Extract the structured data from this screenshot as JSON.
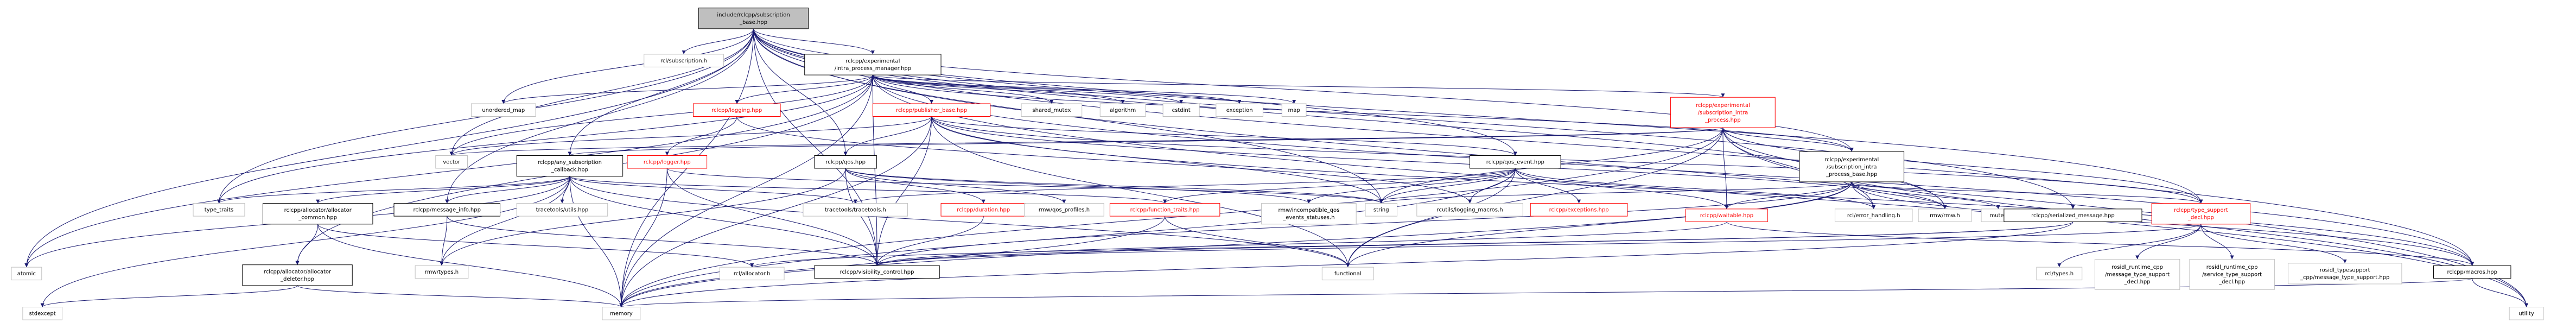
{
  "colors": {
    "edge": "#191970",
    "node_border_default": "#bfbfbf",
    "node_border_linked": "#000000",
    "node_border_truncated": "#ff0000",
    "root_fill": "#bfbfbf",
    "node_fill": "#ffffff",
    "text": "#000000",
    "text_truncated": "#ff0000"
  },
  "nodes": {
    "root": {
      "lines": [
        "include/rclcpp/subscription",
        "_base.hpp"
      ],
      "style": "root"
    },
    "rcl_subscription": {
      "lines": [
        "rcl/subscription.h"
      ],
      "style": "plain"
    },
    "intra_pm": {
      "lines": [
        "rclcpp/experimental",
        "/intra_process_manager.hpp"
      ],
      "style": "linked"
    },
    "unordered_map": {
      "lines": [
        "unordered_map"
      ],
      "style": "plain"
    },
    "shared_mutex": {
      "lines": [
        "shared_mutex"
      ],
      "style": "plain"
    },
    "algorithm": {
      "lines": [
        "algorithm"
      ],
      "style": "plain"
    },
    "cstdint": {
      "lines": [
        "cstdint"
      ],
      "style": "plain"
    },
    "exception": {
      "lines": [
        "exception"
      ],
      "style": "plain"
    },
    "map": {
      "lines": [
        "map"
      ],
      "style": "plain"
    },
    "sub_intra": {
      "lines": [
        "rclcpp/experimental",
        "/subscription_intra",
        "_process.hpp"
      ],
      "style": "truncated"
    },
    "logging": {
      "lines": [
        "rclcpp/logging.hpp"
      ],
      "style": "truncated"
    },
    "publisher_base": {
      "lines": [
        "rclcpp/publisher_base.hpp"
      ],
      "style": "truncated"
    },
    "vector": {
      "lines": [
        "vector"
      ],
      "style": "plain"
    },
    "any_sub_cb": {
      "lines": [
        "rclcpp/any_subscription",
        "_callback.hpp"
      ],
      "style": "linked"
    },
    "logger": {
      "lines": [
        "rclcpp/logger.hpp"
      ],
      "style": "truncated"
    },
    "qos": {
      "lines": [
        "rclcpp/qos.hpp"
      ],
      "style": "linked"
    },
    "qos_event": {
      "lines": [
        "rclcpp/qos_event.hpp"
      ],
      "style": "linked"
    },
    "sub_intra_base": {
      "lines": [
        "rclcpp/experimental",
        "/subscription_intra",
        "_process_base.hpp"
      ],
      "style": "linked"
    },
    "type_traits": {
      "lines": [
        "type_traits"
      ],
      "style": "plain"
    },
    "alloc_common": {
      "lines": [
        "rclcpp/allocator/allocator",
        "_common.hpp"
      ],
      "style": "linked"
    },
    "msg_info": {
      "lines": [
        "rclcpp/message_info.hpp"
      ],
      "style": "linked"
    },
    "tracetools_utils": {
      "lines": [
        "tracetools/utils.hpp"
      ],
      "style": "plain"
    },
    "tracetools": {
      "lines": [
        "tracetools/tracetools.h"
      ],
      "style": "plain"
    },
    "duration": {
      "lines": [
        "rclcpp/duration.hpp"
      ],
      "style": "truncated"
    },
    "qos_profiles": {
      "lines": [
        "rmw/qos_profiles.h"
      ],
      "style": "plain"
    },
    "function_traits": {
      "lines": [
        "rclcpp/function_traits.hpp"
      ],
      "style": "truncated"
    },
    "rmw_incompat": {
      "lines": [
        "rmw/incompatible_qos",
        "_events_statuses.h"
      ],
      "style": "plain"
    },
    "string": {
      "lines": [
        "string"
      ],
      "style": "plain"
    },
    "rcutils_logging": {
      "lines": [
        "rcutils/logging_macros.h"
      ],
      "style": "plain"
    },
    "exceptions": {
      "lines": [
        "rclcpp/exceptions.hpp"
      ],
      "style": "truncated"
    },
    "waitable": {
      "lines": [
        "rclcpp/waitable.hpp"
      ],
      "style": "truncated"
    },
    "error_handling": {
      "lines": [
        "rcl/error_handling.h"
      ],
      "style": "plain"
    },
    "rmw_rmw": {
      "lines": [
        "rmw/rmw.h"
      ],
      "style": "plain"
    },
    "mutex": {
      "lines": [
        "mutex"
      ],
      "style": "plain"
    },
    "serialized_msg": {
      "lines": [
        "rclcpp/serialized_message.hpp"
      ],
      "style": "linked"
    },
    "type_support_decl": {
      "lines": [
        "rclcpp/type_support",
        "_decl.hpp"
      ],
      "style": "truncated"
    },
    "atomic": {
      "lines": [
        "atomic"
      ],
      "style": "plain"
    },
    "alloc_deleter": {
      "lines": [
        "rclcpp/allocator/allocator",
        "_deleter.hpp"
      ],
      "style": "linked"
    },
    "rmw_types": {
      "lines": [
        "rmw/types.h"
      ],
      "style": "plain"
    },
    "rcl_allocator": {
      "lines": [
        "rcl/allocator.h"
      ],
      "style": "plain"
    },
    "visibility": {
      "lines": [
        "rclcpp/visibility_control.hpp"
      ],
      "style": "linked"
    },
    "functional": {
      "lines": [
        "functional"
      ],
      "style": "plain"
    },
    "rcl_types": {
      "lines": [
        "rcl/types.h"
      ],
      "style": "plain"
    },
    "rosidl_msg_ts": {
      "lines": [
        "rosidl_runtime_cpp",
        "/message_type_support",
        "_decl.hpp"
      ],
      "style": "plain"
    },
    "rosidl_srv_ts": {
      "lines": [
        "rosidl_runtime_cpp",
        "/service_type_support",
        "_decl.hpp"
      ],
      "style": "plain"
    },
    "rosidl_typesupport": {
      "lines": [
        "rosidl_typesupport",
        "_cpp/message_type_support.hpp"
      ],
      "style": "plain"
    },
    "macros": {
      "lines": [
        "rclcpp/macros.hpp"
      ],
      "style": "linked"
    },
    "stdexcept": {
      "lines": [
        "stdexcept"
      ],
      "style": "plain"
    },
    "memory": {
      "lines": [
        "memory"
      ],
      "style": "plain"
    },
    "utility": {
      "lines": [
        "utility"
      ],
      "style": "plain"
    }
  },
  "edges": [
    [
      "root",
      "rcl_subscription"
    ],
    [
      "root",
      "intra_pm"
    ],
    [
      "root",
      "atomic"
    ],
    [
      "root",
      "memory"
    ],
    [
      "root",
      "vector"
    ],
    [
      "root",
      "unordered_map"
    ],
    [
      "root",
      "utility"
    ],
    [
      "root",
      "any_sub_cb"
    ],
    [
      "root",
      "sub_intra_base"
    ],
    [
      "root",
      "msg_info"
    ],
    [
      "root",
      "qos"
    ],
    [
      "root",
      "qos_event"
    ],
    [
      "root",
      "serialized_msg"
    ],
    [
      "root",
      "type_support_decl"
    ],
    [
      "root",
      "macros"
    ],
    [
      "root",
      "visibility"
    ],
    [
      "root",
      "rmw_rmw"
    ],
    [
      "root",
      "string"
    ],
    [
      "root",
      "type_traits"
    ],
    [
      "intra_pm",
      "unordered_map"
    ],
    [
      "intra_pm",
      "shared_mutex"
    ],
    [
      "intra_pm",
      "algorithm"
    ],
    [
      "intra_pm",
      "cstdint"
    ],
    [
      "intra_pm",
      "exception"
    ],
    [
      "intra_pm",
      "map"
    ],
    [
      "intra_pm",
      "sub_intra"
    ],
    [
      "intra_pm",
      "logging"
    ],
    [
      "intra_pm",
      "publisher_base"
    ],
    [
      "intra_pm",
      "vector"
    ],
    [
      "intra_pm",
      "memory"
    ],
    [
      "intra_pm",
      "atomic"
    ],
    [
      "intra_pm",
      "type_traits"
    ],
    [
      "intra_pm",
      "alloc_deleter"
    ],
    [
      "intra_pm",
      "sub_intra_base"
    ],
    [
      "intra_pm",
      "macros"
    ],
    [
      "intra_pm",
      "visibility"
    ],
    [
      "intra_pm",
      "utility"
    ],
    [
      "sub_intra",
      "vector"
    ],
    [
      "sub_intra",
      "any_sub_cb"
    ],
    [
      "sub_intra",
      "sub_intra_base"
    ],
    [
      "sub_intra",
      "waitable"
    ],
    [
      "sub_intra",
      "type_support_decl"
    ],
    [
      "sub_intra",
      "error_handling"
    ],
    [
      "sub_intra",
      "rmw_rmw"
    ],
    [
      "sub_intra",
      "string"
    ],
    [
      "sub_intra",
      "functional"
    ],
    [
      "sub_intra",
      "memory"
    ],
    [
      "sub_intra",
      "utility"
    ],
    [
      "logging",
      "logger"
    ],
    [
      "logging",
      "rcutils_logging"
    ],
    [
      "publisher_base",
      "vector"
    ],
    [
      "publisher_base",
      "qos"
    ],
    [
      "publisher_base",
      "qos_event"
    ],
    [
      "publisher_base",
      "type_support_decl"
    ],
    [
      "publisher_base",
      "macros"
    ],
    [
      "publisher_base",
      "visibility"
    ],
    [
      "publisher_base",
      "memory"
    ],
    [
      "publisher_base",
      "string"
    ],
    [
      "publisher_base",
      "functional"
    ],
    [
      "publisher_base",
      "rmw_rmw"
    ],
    [
      "any_sub_cb",
      "type_traits"
    ],
    [
      "any_sub_cb",
      "alloc_common"
    ],
    [
      "any_sub_cb",
      "msg_info"
    ],
    [
      "any_sub_cb",
      "tracetools_utils"
    ],
    [
      "any_sub_cb",
      "tracetools"
    ],
    [
      "any_sub_cb",
      "function_traits"
    ],
    [
      "any_sub_cb",
      "visibility"
    ],
    [
      "any_sub_cb",
      "functional"
    ],
    [
      "any_sub_cb",
      "memory"
    ],
    [
      "any_sub_cb",
      "stdexcept"
    ],
    [
      "any_sub_cb",
      "atomic"
    ],
    [
      "any_sub_cb",
      "rmw_types"
    ],
    [
      "logger",
      "memory"
    ],
    [
      "logger",
      "visibility"
    ],
    [
      "logger",
      "string"
    ],
    [
      "qos",
      "duration"
    ],
    [
      "qos",
      "qos_profiles"
    ],
    [
      "qos",
      "visibility"
    ],
    [
      "qos",
      "string"
    ],
    [
      "qos",
      "rmw_types"
    ],
    [
      "qos",
      "rmw_incompat"
    ],
    [
      "qos_event",
      "function_traits"
    ],
    [
      "qos_event",
      "rcutils_logging"
    ],
    [
      "qos_event",
      "exceptions"
    ],
    [
      "qos_event",
      "waitable"
    ],
    [
      "qos_event",
      "rmw_incompat"
    ],
    [
      "qos_event",
      "string"
    ],
    [
      "qos_event",
      "functional"
    ],
    [
      "qos_event",
      "memory"
    ],
    [
      "qos_event",
      "error_handling"
    ],
    [
      "qos_event",
      "tracetools"
    ],
    [
      "sub_intra_base",
      "waitable"
    ],
    [
      "sub_intra_base",
      "error_handling"
    ],
    [
      "sub_intra_base",
      "rmw_rmw"
    ],
    [
      "sub_intra_base",
      "mutex"
    ],
    [
      "sub_intra_base",
      "type_support_decl"
    ],
    [
      "sub_intra_base",
      "string"
    ],
    [
      "sub_intra_base",
      "functional"
    ],
    [
      "sub_intra_base",
      "visibility"
    ],
    [
      "sub_intra_base",
      "memory"
    ],
    [
      "sub_intra_base",
      "macros"
    ],
    [
      "alloc_common",
      "alloc_deleter"
    ],
    [
      "alloc_common",
      "memory"
    ],
    [
      "alloc_common",
      "rcl_allocator"
    ],
    [
      "msg_info",
      "rmw_types"
    ],
    [
      "msg_info",
      "visibility"
    ],
    [
      "duration",
      "visibility"
    ],
    [
      "function_traits",
      "memory"
    ],
    [
      "function_traits",
      "functional"
    ],
    [
      "waitable",
      "visibility"
    ],
    [
      "waitable",
      "macros"
    ],
    [
      "serialized_msg",
      "visibility"
    ],
    [
      "serialized_msg",
      "rcl_allocator"
    ],
    [
      "serialized_msg",
      "memory"
    ],
    [
      "type_support_decl",
      "rcl_types"
    ],
    [
      "type_support_decl",
      "rosidl_msg_ts"
    ],
    [
      "type_support_decl",
      "rosidl_srv_ts"
    ],
    [
      "type_support_decl",
      "rosidl_typesupport"
    ],
    [
      "type_support_decl",
      "visibility"
    ],
    [
      "alloc_deleter",
      "memory"
    ],
    [
      "alloc_deleter",
      "stdexcept"
    ],
    [
      "macros",
      "memory"
    ],
    [
      "macros",
      "utility"
    ]
  ]
}
